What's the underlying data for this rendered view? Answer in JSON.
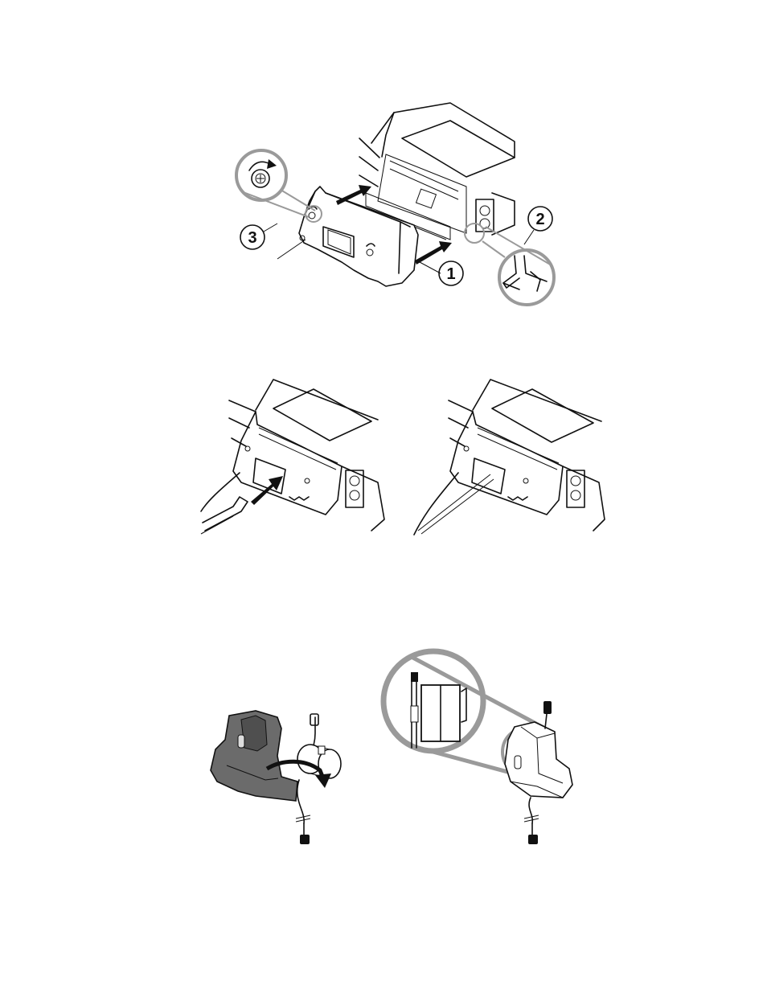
{
  "figure_1": {
    "callouts": [
      {
        "id": "callout-1",
        "label": "1"
      },
      {
        "id": "callout-2",
        "label": "2"
      },
      {
        "id": "callout-3",
        "label": "3"
      }
    ],
    "icons": [
      "screw-rotate-icon",
      "latch-clip-icon",
      "insert-arrow-icon"
    ]
  },
  "figure_2": {
    "panels": [
      "power-cord-insert",
      "power-cord-connected"
    ]
  },
  "figure_3": {
    "panels": [
      "holder-cable-routing",
      "holder-detail-zoom"
    ]
  },
  "colors": {
    "line": "#111111",
    "magnifier_ring": "#9a9a9a",
    "holder_fill": "#6b6b6b"
  }
}
